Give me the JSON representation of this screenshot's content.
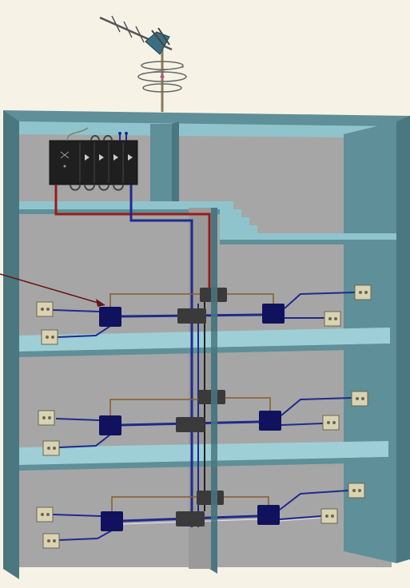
{
  "scene": {
    "background": "#f6f3e6",
    "description_colors": {
      "wall": "#5f8f98",
      "wall_dark": "#4a7780",
      "wall_light": "#8fc4cd",
      "floor": "#9ecfd7",
      "room": "#a8a8a8",
      "signal_red": "#9a1b1b",
      "signal_blue": "#1f2a8c",
      "branch_brown": "#8a5a2b",
      "splitter": "#10125e",
      "coupler": "#3a3a3a",
      "outlet": "#d9d3b4",
      "amp_box": "#222222"
    }
  },
  "floors": [
    {
      "name": "floor-1",
      "splitters": 2,
      "outlets": 4
    },
    {
      "name": "floor-2",
      "splitters": 2,
      "outlets": 4
    },
    {
      "name": "floor-3",
      "splitters": 2,
      "outlets": 4
    }
  ],
  "components": {
    "antenna": "antenna-icon",
    "amplifier_panel": "amplifier-panel",
    "riser_splitter": "splitter-box",
    "outlet": "tv-outlet-icon"
  }
}
